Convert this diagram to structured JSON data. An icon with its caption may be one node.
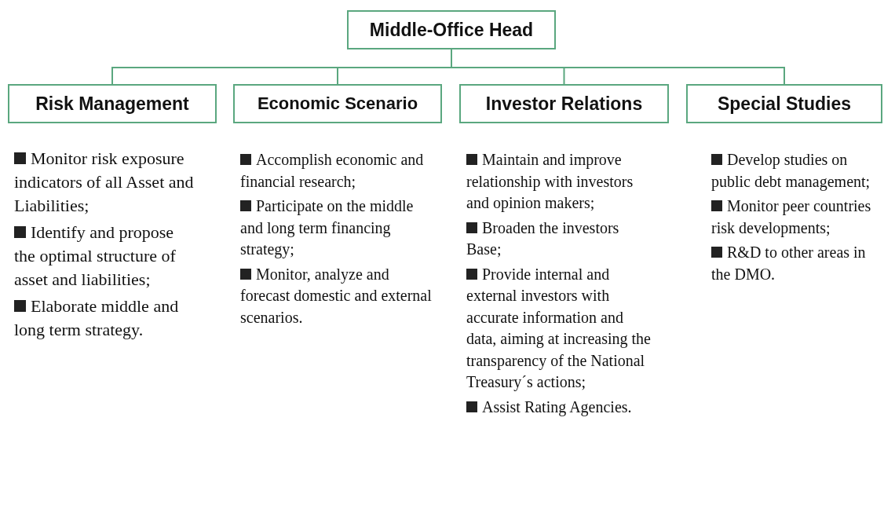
{
  "diagram": {
    "nodes": [
      {
        "text": [
          "Middle-Office Head"
        ]
      },
      {
        "text": [
          "Risk Management"
        ],
        "beside": [
          "Monitor risk exposure indicators of all Asset and Liabilities;",
          "Identify and propose the optimal structure of asset and liabilities;",
          "Elaborate middle and long term strategy."
        ]
      },
      {
        "text": [
          "Economic Scenario"
        ],
        "beside": [
          "Accomplish economic and financial research;",
          "Participate on the middle and long term financing strategy;",
          "Monitor, analyze and forecast domestic and external scenarios."
        ]
      },
      {
        "text": [
          "Investor Relations"
        ],
        "beside": [
          "Maintain and improve relationship with investors and opinion makers;",
          "Broaden the investors Base;",
          "Provide internal and external investors with accurate information and data, aiming at increasing the transparency of the National Treasury´s actions;",
          "Assist Rating Agencies."
        ]
      },
      {
        "text": [
          "Special Studies"
        ],
        "beside": [
          "Develop studies on public debt management;",
          "Monitor peer countries risk developments;",
          "R&D to other areas in the DMO."
        ]
      }
    ],
    "edges": [
      {
        "from": 0,
        "to": 1,
        "arrow": "none"
      },
      {
        "from": 0,
        "to": 2,
        "arrow": "none"
      },
      {
        "from": 0,
        "to": 3,
        "arrow": "none"
      },
      {
        "from": 0,
        "to": 4,
        "arrow": "none"
      }
    ]
  }
}
